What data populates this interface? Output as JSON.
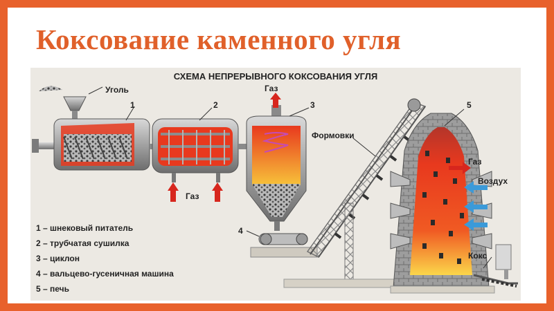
{
  "slide": {
    "title": "Коксование каменного угля"
  },
  "diagram": {
    "heading": "СХЕМА НЕПРЕРЫВНОГО КОКСОВАНИЯ УГЛЯ",
    "labels": {
      "coal": "Уголь",
      "gas_top": "Газ",
      "gas_bottom": "Газ",
      "gas_right": "Газ",
      "molds": "Формовки",
      "air": "Воздух",
      "coke": "Кокс"
    },
    "numbers": [
      "1",
      "2",
      "3",
      "4",
      "5"
    ],
    "legend": [
      "1 – шнековый питатель",
      "2 – трубчатая сушилка",
      "3 – циклон",
      "4 – вальцево-гусеничная машина",
      "5 – печь"
    ],
    "colors": {
      "accent": "#e0602a",
      "background": "#ece9e3",
      "metal": "#9a9a9a",
      "hot": "#e8391e",
      "glow": "#f7b52c",
      "arrow_red": "#d7261d",
      "arrow_blue": "#3b9ad9"
    }
  }
}
